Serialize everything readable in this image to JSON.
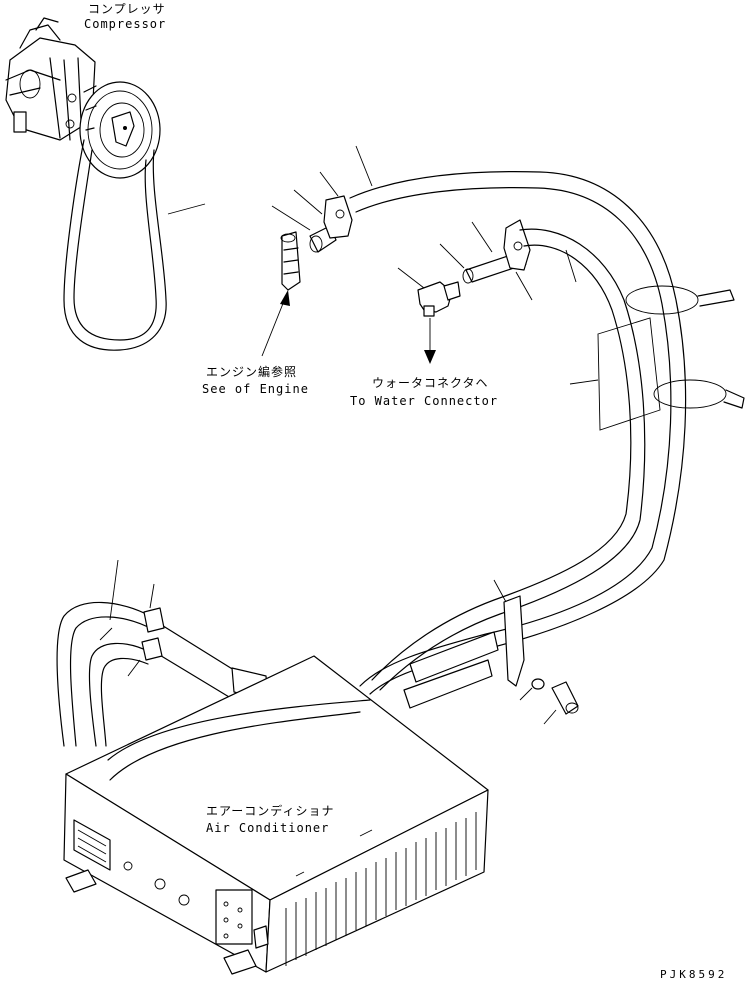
{
  "labels": {
    "compressor_jp": "コンプレッサ",
    "compressor_en": "Compressor",
    "engine_jp": "エンジン編参照",
    "engine_en": "See of Engine",
    "water_jp": "ウォータコネクタヘ",
    "water_en": "To Water Connector",
    "aircon_jp": "エアーコンディショナ",
    "aircon_en": "Air Conditioner"
  },
  "drawing_number": "PJK8592"
}
